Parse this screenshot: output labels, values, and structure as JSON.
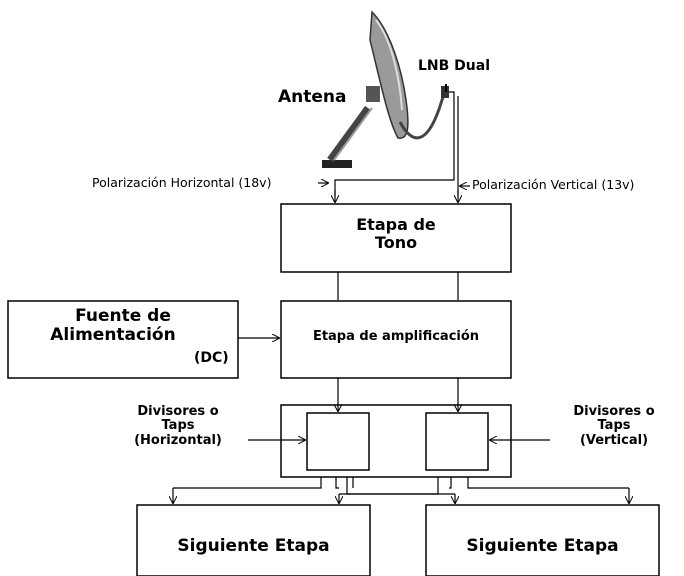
{
  "diagram": {
    "antenna_label": "Antena",
    "lnb_label": "LNB Dual",
    "pol_horizontal": "Polarización Horizontal (18v)",
    "pol_vertical": "Polarización Vertical (13v)",
    "tone_stage": {
      "line1": "Etapa de",
      "line2": "Tono"
    },
    "power_source": {
      "line1": "Fuente de",
      "line2": "Alimentación",
      "suffix": "(DC)"
    },
    "amp_stage": "Etapa de amplificación",
    "splitters_left": {
      "line1": "Divisores o",
      "line2": "Taps",
      "line3": "(Horizontal)"
    },
    "splitters_right": {
      "line1": "Divisores o",
      "line2": "Taps",
      "line3": "(Vertical)"
    },
    "next_stage_left": "Siguiente Etapa",
    "next_stage_right": "Siguiente Etapa"
  }
}
